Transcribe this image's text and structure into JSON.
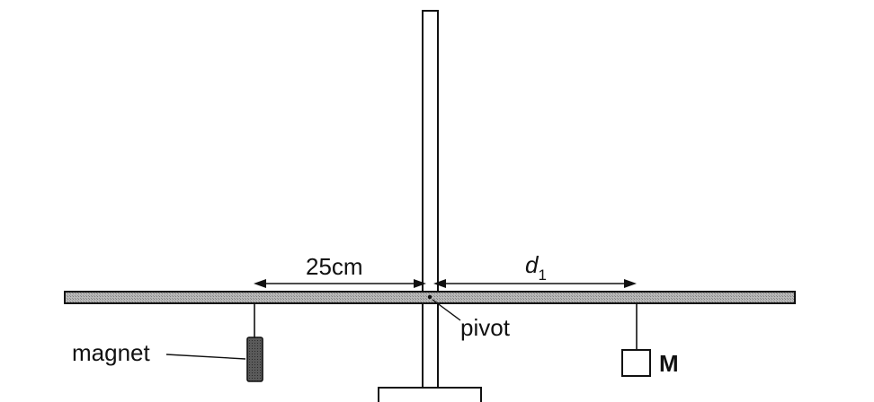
{
  "labels": {
    "left_distance": "25cm",
    "right_distance_symbol": "d",
    "right_distance_subscript": "1",
    "pivot": "pivot",
    "magnet": "magnet",
    "mass": "M"
  },
  "colors": {
    "ink": "#111111",
    "beam_fill": "#a8a8a8",
    "magnet_fill": "#555555"
  }
}
